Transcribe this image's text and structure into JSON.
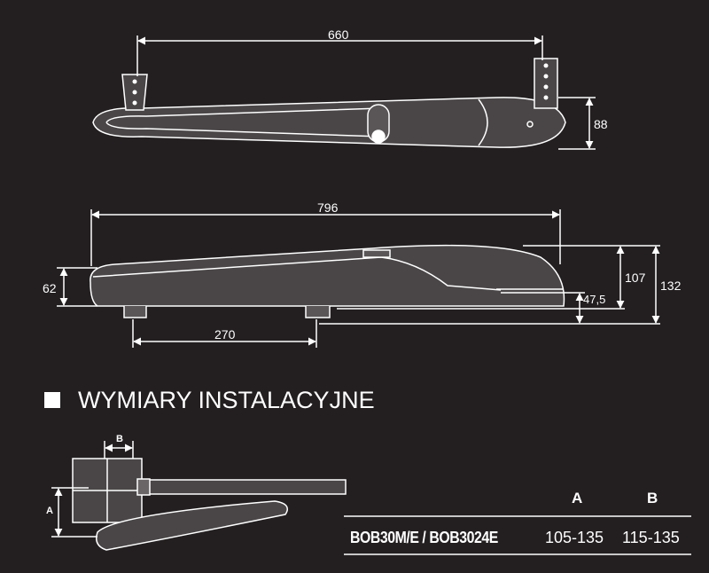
{
  "top_view": {
    "dim_length": "660",
    "dim_height": "88"
  },
  "side_view": {
    "dim_length": "796",
    "dim_left_height": "62",
    "dim_107": "107",
    "dim_132": "132",
    "dim_47_5": "47,5",
    "dim_270": "270"
  },
  "section": {
    "title": "WYMIARY INSTALACYJNE"
  },
  "install_diagram": {
    "label_a": "A",
    "label_b": "B"
  },
  "table": {
    "headers": [
      "A",
      "B"
    ],
    "rows": [
      {
        "model": "BOB30M/E / BOB3024E",
        "a": "105-135",
        "b": "115-135"
      }
    ]
  },
  "colors": {
    "background": "#231f20",
    "body": "#4a4647",
    "line": "#ffffff"
  }
}
